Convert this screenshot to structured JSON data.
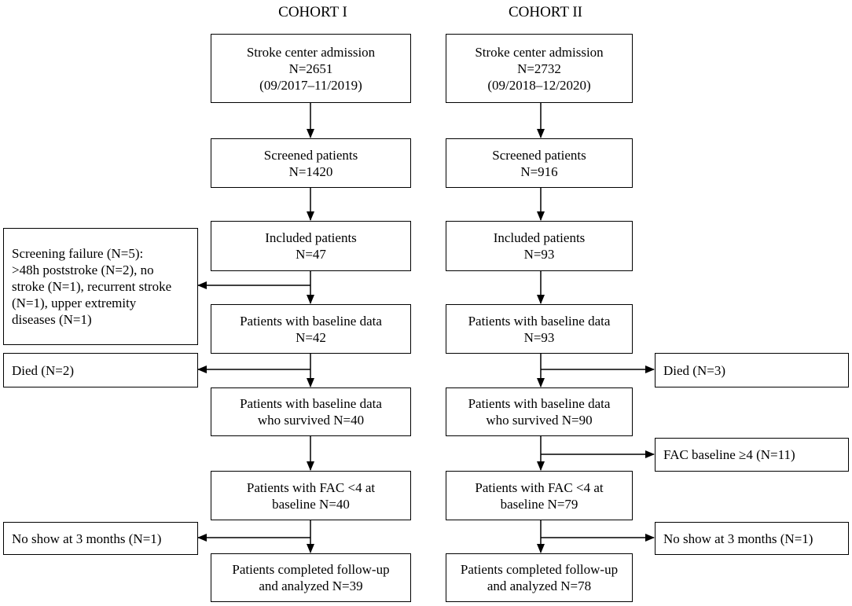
{
  "headings": {
    "cohort1": "COHORT I",
    "cohort2": "COHORT II"
  },
  "cohort1": {
    "admission": [
      "Stroke center admission",
      "N=2651",
      "(09/2017–11/2019)"
    ],
    "screened": [
      "Screened patients",
      "N=1420"
    ],
    "included": [
      "Included patients",
      "N=47"
    ],
    "baseline": [
      "Patients with baseline data",
      "N=42"
    ],
    "survived": [
      "Patients with baseline data",
      "who survived N=40"
    ],
    "fac": [
      "Patients with FAC <4  at",
      "baseline N=40"
    ],
    "completed": [
      "Patients completed follow-up",
      "and analyzed N=39"
    ],
    "screening_failure": [
      "Screening failure (N=5):",
      ">48h poststroke (N=2), no",
      "stroke (N=1), recurrent stroke",
      "(N=1), upper extremity",
      "diseases (N=1)"
    ],
    "died": "Died (N=2)",
    "no_show": "No show at 3 months (N=1)"
  },
  "cohort2": {
    "admission": [
      "Stroke center admission",
      "N=2732",
      "(09/2018–12/2020)"
    ],
    "screened": [
      "Screened patients",
      "N=916"
    ],
    "included": [
      "Included patients",
      "N=93"
    ],
    "baseline": [
      "Patients with baseline data",
      "N=93"
    ],
    "survived": [
      "Patients with baseline data",
      "who survived N=90"
    ],
    "fac": [
      "Patients with FAC <4  at",
      "baseline N=79"
    ],
    "completed": [
      "Patients completed follow-up",
      "and analyzed N=78"
    ],
    "died": "Died (N=3)",
    "fac_excluded": "FAC baseline ≥4 (N=11)",
    "no_show": "No show at 3 months (N=1)"
  }
}
